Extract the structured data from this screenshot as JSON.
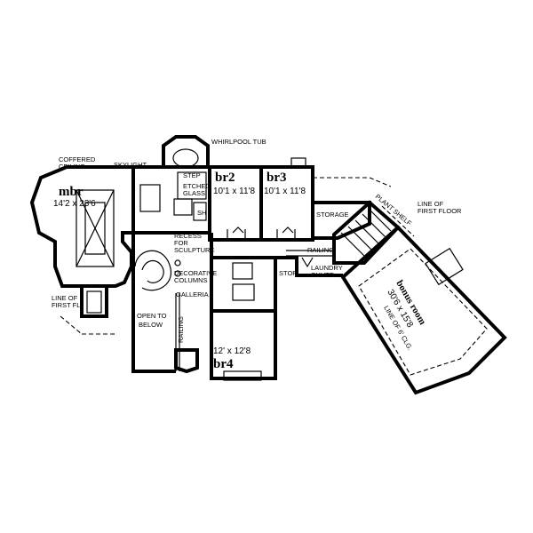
{
  "labels": {
    "coffered": "COFFERED",
    "ceiling": "CEILING",
    "skylight": "SKYLIGHT",
    "whirlpool": "WHIRLPOOL TUB",
    "step": "STEP",
    "etched": "ETCHED",
    "glass": "GLASS",
    "sh": "SH",
    "recess1": "RECESS",
    "recess2": "FOR",
    "recess3": "SCULPTURE",
    "storage": "STORAGE",
    "plant_shelf": "PLANT SHELF",
    "line_first_floor_1": "LINE OF",
    "line_first_floor_2": "FIRST FLOOR",
    "railing_right": "RAILING",
    "stor": "STOR.",
    "laundry": "LAUNDRY",
    "chute": "CHUTE",
    "decorative": "DECORATIVE",
    "columns": "COLUMNS",
    "galleria": "GALLERIA",
    "open_to": "OPEN TO",
    "below": "BELOW",
    "railing_left": "RAILING",
    "line_first_fl_1": "LINE OF",
    "line_first_fl_2": "FIRST FL.",
    "line_ceiling": "LINE OF 6' CLG."
  },
  "rooms": {
    "mbr": {
      "name": "mbr",
      "dims": "14'2 x 23'6"
    },
    "br2": {
      "name": "br2",
      "dims": "10'1 x 11'8"
    },
    "br3": {
      "name": "br3",
      "dims": "10'1 x 11'8"
    },
    "br4": {
      "name": "br4",
      "dims": "12' x 12'8"
    },
    "bonus": {
      "name": "bonus room",
      "dims": "30'6 x 15'8"
    }
  }
}
